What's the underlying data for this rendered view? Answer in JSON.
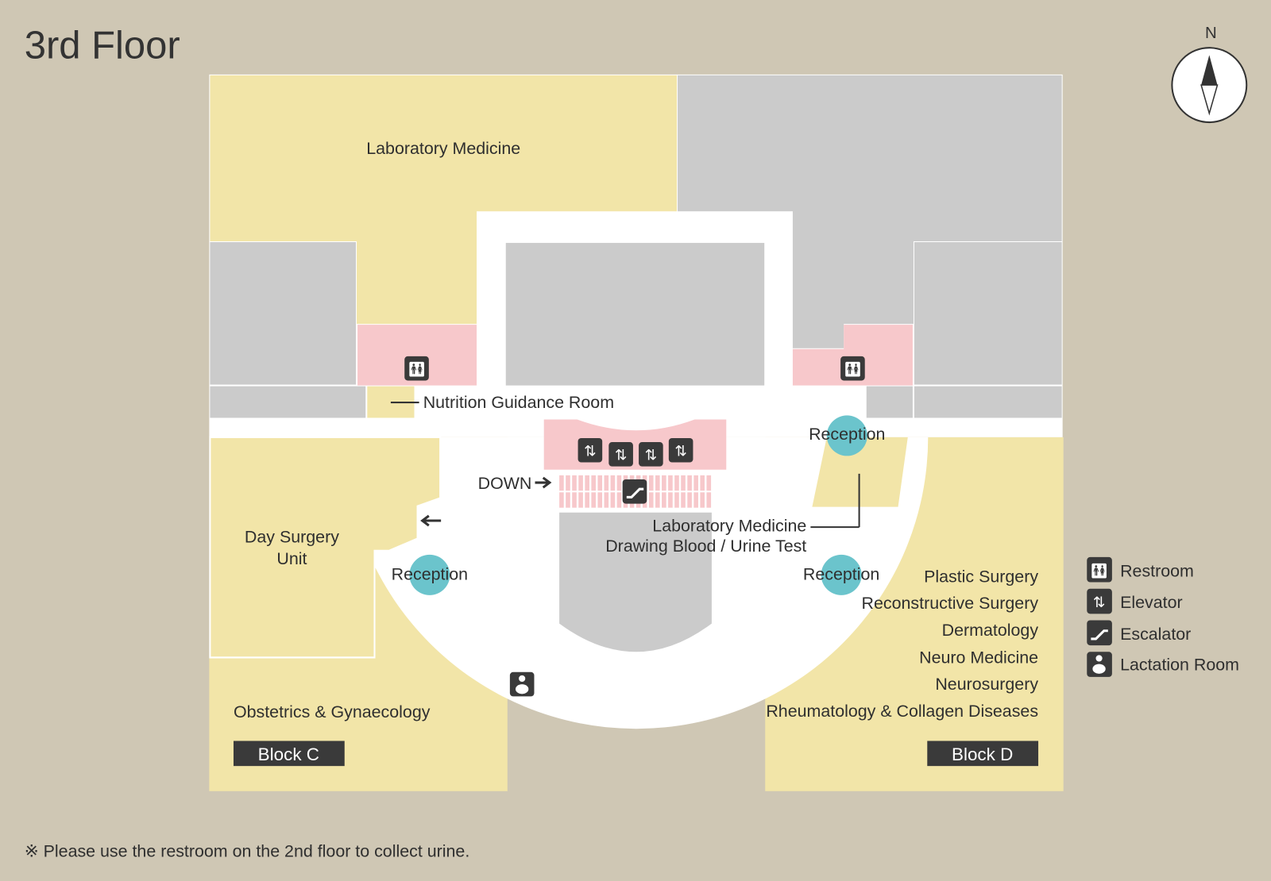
{
  "title": "3rd Floor",
  "compass": {
    "label": "N"
  },
  "rooms": {
    "lab_medicine": "Laboratory Medicine",
    "nutrition": "Nutrition Guidance Room",
    "day_surgery_1": "Day Surgery",
    "day_surgery_2": "Unit",
    "obstetrics": "Obstetrics & Gynaecology",
    "lab_drawing_1": "Laboratory Medicine",
    "lab_drawing_2": "Drawing Blood / Urine Test",
    "down": "DOWN",
    "reception": "Reception",
    "block_d_depts": [
      "Plastic Surgery",
      "Reconstructive Surgery",
      "Dermatology",
      "Neuro Medicine",
      "Neurosurgery",
      "Rheumatology & Collagen Diseases"
    ]
  },
  "blocks": {
    "c": "Block C",
    "d": "Block D"
  },
  "legend": [
    {
      "icon": "restroom-icon",
      "label": "Restroom"
    },
    {
      "icon": "elevator-icon",
      "label": "Elevator"
    },
    {
      "icon": "escalator-icon",
      "label": "Escalator"
    },
    {
      "icon": "lactation-room-icon",
      "label": "Lactation Room"
    }
  ],
  "footnote": "※ Please use the restroom on the 2nd floor to collect urine.",
  "colors": {
    "background": "#cfc7b4",
    "department": "#f2e5a8",
    "other": "#cbcbcb",
    "facility": "#f7c8cb",
    "reception": "#6bc4cc"
  }
}
